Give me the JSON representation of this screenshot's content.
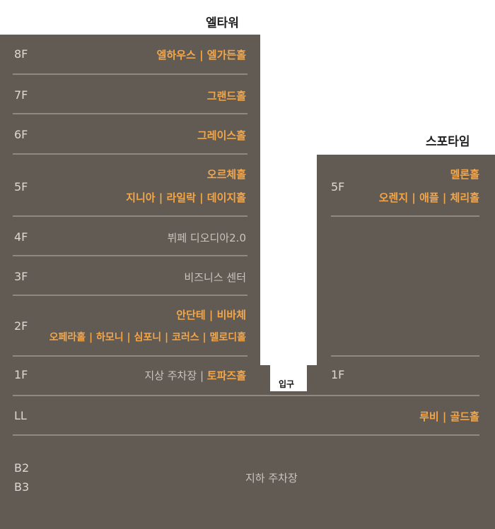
{
  "buildings": {
    "el_tower": "엘타워",
    "spotime": "스포타임",
    "entrance": "입구"
  },
  "el_tower": {
    "f8": {
      "floor": "8F",
      "line1": "엘하우스 | 엘가든홀"
    },
    "f7": {
      "floor": "7F",
      "line1": "그랜드홀"
    },
    "f6": {
      "floor": "6F",
      "line1": "그레이스홀"
    },
    "f5": {
      "floor": "5F",
      "line1": "오르체홀",
      "line2": "지니아 | 라일락 | 데이지홀"
    },
    "f4": {
      "floor": "4F",
      "line1": "뷔페 디오디아2.0"
    },
    "f3": {
      "floor": "3F",
      "line1": "비즈니스 센터"
    },
    "f2": {
      "floor": "2F",
      "line1": "안단테 | 비바체",
      "line2": "오페라홀 | 하모니 | 심포니 | 코러스 | 멜로디홀"
    },
    "f1": {
      "floor": "1F",
      "parking": "지상 주차장",
      "sep": "|",
      "hall": "토파즈홀"
    }
  },
  "spotime_floors": {
    "f5": {
      "floor": "5F",
      "line1": "멜론홀",
      "line2": "오렌지 | 애플 | 체리홀"
    },
    "f1": {
      "floor": "1F"
    }
  },
  "shared": {
    "ll": {
      "floor": "LL",
      "line1": "루비 | 골드홀"
    },
    "basement": {
      "floor_b2": "B2",
      "floor_b3": "B3",
      "line1": "지하 주차장"
    }
  },
  "colors": {
    "block": "#625b54",
    "highlight": "#f2a649",
    "muted": "#c9c4be",
    "divider": "#8f8983"
  }
}
